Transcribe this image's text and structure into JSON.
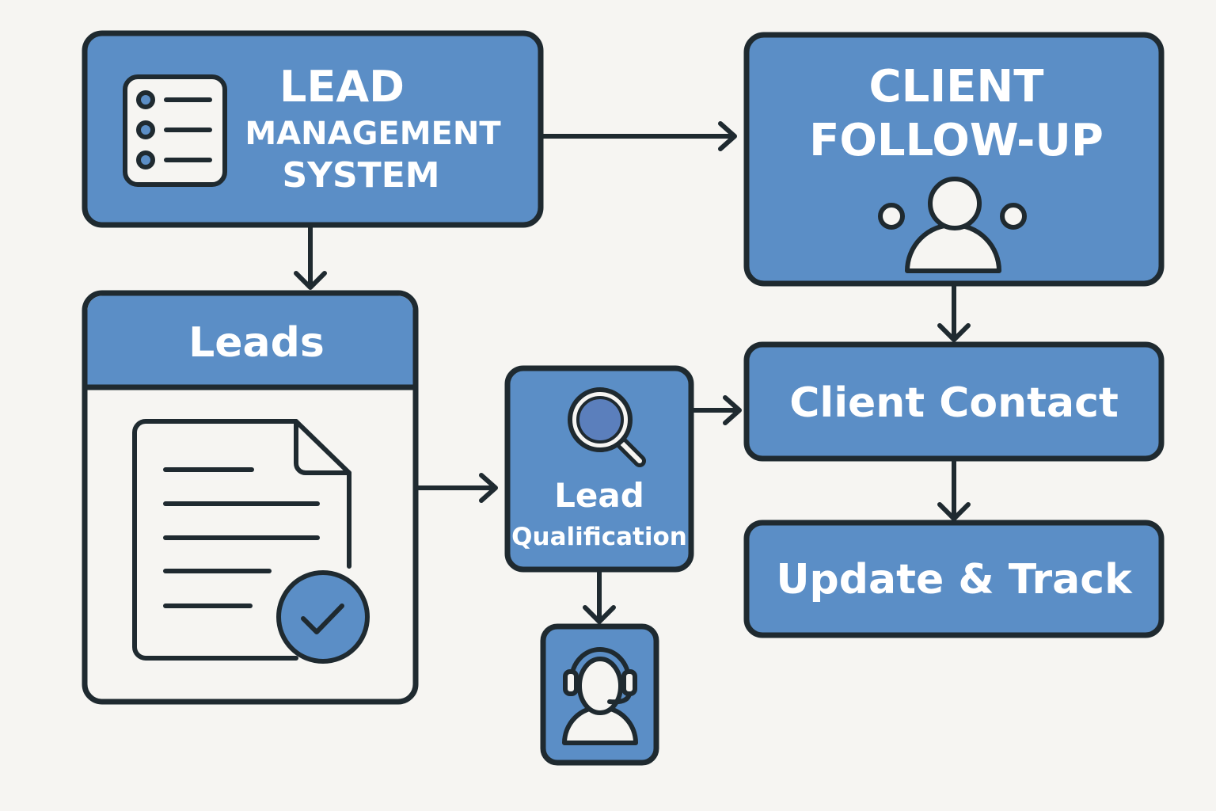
{
  "colors": {
    "box_fill": "#5b8ec6",
    "stroke": "#1f2a30",
    "panel_fill": "#f6f5f2",
    "text": "#ffffff"
  },
  "nodes": {
    "lead_management": {
      "line1": "LEAD",
      "line2": "MANAGEMENT",
      "line3": "SYSTEM",
      "icon": "checklist-icon"
    },
    "client_follow_up": {
      "line1": "CLIENT",
      "line2": "FOLLOW-UP",
      "icon": "person-icon"
    },
    "leads": {
      "title": "Leads",
      "icon": "document-check-icon"
    },
    "lead_qualification": {
      "line1": "Lead",
      "line2": "Qualification",
      "icon": "magnifier-icon"
    },
    "agent": {
      "icon": "headset-agent-icon"
    },
    "client_contact": {
      "label": "Client Contact"
    },
    "update_track": {
      "label": "Update & Track"
    }
  },
  "edges": [
    {
      "from": "lead_management",
      "to": "client_follow_up"
    },
    {
      "from": "lead_management",
      "to": "leads"
    },
    {
      "from": "leads",
      "to": "lead_qualification"
    },
    {
      "from": "lead_qualification",
      "to": "client_contact"
    },
    {
      "from": "lead_qualification",
      "to": "agent"
    },
    {
      "from": "client_follow_up",
      "to": "client_contact"
    },
    {
      "from": "client_contact",
      "to": "update_track"
    }
  ]
}
